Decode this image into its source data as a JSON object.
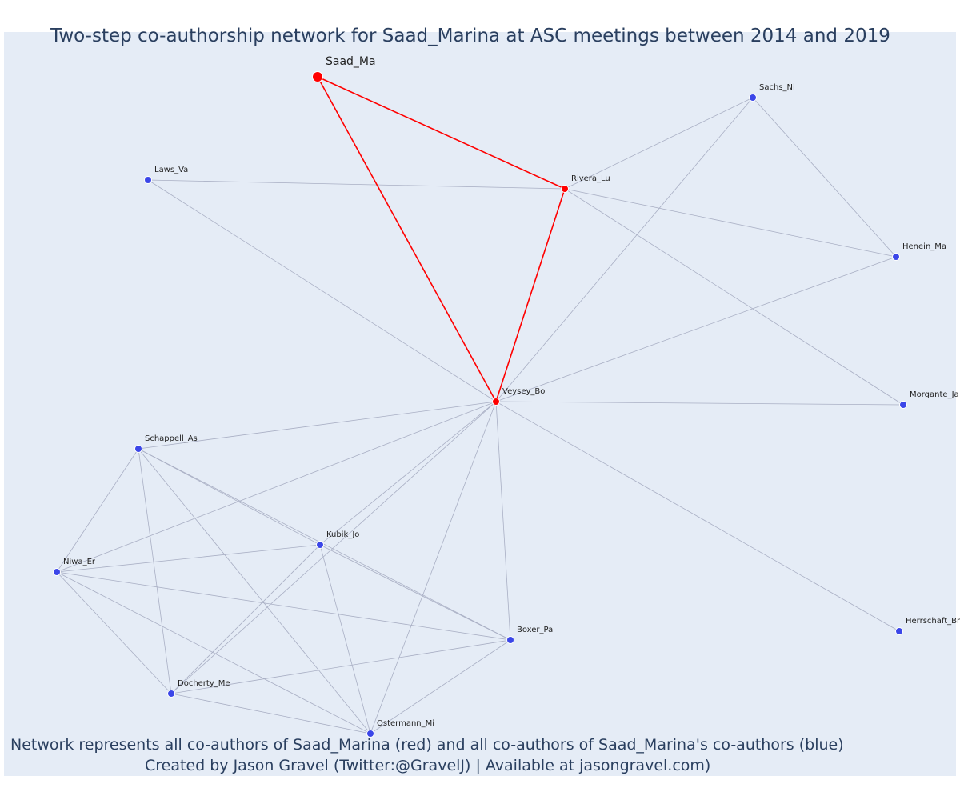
{
  "header": {
    "title": "Two-step co-authorship network for Saad_Marina at ASC meetings between 2014 and 2019"
  },
  "footer": {
    "line1": "Network represents all co-authors of Saad_Marina (red) and all co-authors of Saad_Marina's co-authors (blue)",
    "line2": "Created by Jason Gravel (Twitter:@GravelJ) | Available at jasongravel.com)"
  },
  "colors": {
    "plot_background": "#e5ecf6",
    "direct": "#ff0000",
    "indirect": "#3b46e8",
    "edge_indirect": "#a9afc4",
    "text": "#2a3f5f"
  },
  "nodes": [
    {
      "id": "saad_ma",
      "label": "Saad_Ma",
      "group": "focal"
    },
    {
      "id": "rivera_lu",
      "label": "Rivera_Lu",
      "group": "direct"
    },
    {
      "id": "veysey_bo",
      "label": "Veysey_Bo",
      "group": "direct"
    },
    {
      "id": "sachs_ni",
      "label": "Sachs_Ni",
      "group": "indirect"
    },
    {
      "id": "laws_va",
      "label": "Laws_Va",
      "group": "indirect"
    },
    {
      "id": "henein_ma",
      "label": "Henein_Ma",
      "group": "indirect"
    },
    {
      "id": "morgante_ja",
      "label": "Morgante_Ja",
      "group": "indirect"
    },
    {
      "id": "schappell_as",
      "label": "Schappell_As",
      "group": "indirect"
    },
    {
      "id": "kubik_jo",
      "label": "Kubik_Jo",
      "group": "indirect"
    },
    {
      "id": "niwa_er",
      "label": "Niwa_Er",
      "group": "indirect"
    },
    {
      "id": "boxer_pa",
      "label": "Boxer_Pa",
      "group": "indirect"
    },
    {
      "id": "herrschaft_br",
      "label": "Herrschaft_Br",
      "group": "indirect"
    },
    {
      "id": "docherty_me",
      "label": "Docherty_Me",
      "group": "indirect"
    },
    {
      "id": "ostermann_mi",
      "label": "Ostermann_Mi",
      "group": "indirect"
    }
  ],
  "edges": [
    {
      "source": "saad_ma",
      "target": "rivera_lu",
      "type": "direct"
    },
    {
      "source": "saad_ma",
      "target": "veysey_bo",
      "type": "direct"
    },
    {
      "source": "rivera_lu",
      "target": "veysey_bo",
      "type": "direct"
    },
    {
      "source": "rivera_lu",
      "target": "sachs_ni",
      "type": "indirect"
    },
    {
      "source": "rivera_lu",
      "target": "laws_va",
      "type": "indirect"
    },
    {
      "source": "rivera_lu",
      "target": "henein_ma",
      "type": "indirect"
    },
    {
      "source": "rivera_lu",
      "target": "morgante_ja",
      "type": "indirect"
    },
    {
      "source": "sachs_ni",
      "target": "henein_ma",
      "type": "indirect"
    },
    {
      "source": "sachs_ni",
      "target": "veysey_bo",
      "type": "indirect"
    },
    {
      "source": "laws_va",
      "target": "veysey_bo",
      "type": "indirect"
    },
    {
      "source": "henein_ma",
      "target": "veysey_bo",
      "type": "indirect"
    },
    {
      "source": "veysey_bo",
      "target": "morgante_ja",
      "type": "indirect"
    },
    {
      "source": "veysey_bo",
      "target": "herrschaft_br",
      "type": "indirect"
    },
    {
      "source": "veysey_bo",
      "target": "schappell_as",
      "type": "indirect"
    },
    {
      "source": "veysey_bo",
      "target": "niwa_er",
      "type": "indirect"
    },
    {
      "source": "veysey_bo",
      "target": "kubik_jo",
      "type": "indirect"
    },
    {
      "source": "veysey_bo",
      "target": "docherty_me",
      "type": "indirect"
    },
    {
      "source": "veysey_bo",
      "target": "ostermann_mi",
      "type": "indirect"
    },
    {
      "source": "veysey_bo",
      "target": "boxer_pa",
      "type": "indirect"
    },
    {
      "source": "schappell_as",
      "target": "niwa_er",
      "type": "indirect"
    },
    {
      "source": "schappell_as",
      "target": "kubik_jo",
      "type": "indirect"
    },
    {
      "source": "schappell_as",
      "target": "boxer_pa",
      "type": "indirect"
    },
    {
      "source": "schappell_as",
      "target": "docherty_me",
      "type": "indirect"
    },
    {
      "source": "schappell_as",
      "target": "ostermann_mi",
      "type": "indirect"
    },
    {
      "source": "niwa_er",
      "target": "kubik_jo",
      "type": "indirect"
    },
    {
      "source": "niwa_er",
      "target": "boxer_pa",
      "type": "indirect"
    },
    {
      "source": "niwa_er",
      "target": "docherty_me",
      "type": "indirect"
    },
    {
      "source": "niwa_er",
      "target": "ostermann_mi",
      "type": "indirect"
    },
    {
      "source": "kubik_jo",
      "target": "boxer_pa",
      "type": "indirect"
    },
    {
      "source": "kubik_jo",
      "target": "docherty_me",
      "type": "indirect"
    },
    {
      "source": "kubik_jo",
      "target": "ostermann_mi",
      "type": "indirect"
    },
    {
      "source": "docherty_me",
      "target": "boxer_pa",
      "type": "indirect"
    },
    {
      "source": "docherty_me",
      "target": "ostermann_mi",
      "type": "indirect"
    },
    {
      "source": "boxer_pa",
      "target": "ostermann_mi",
      "type": "indirect"
    }
  ]
}
